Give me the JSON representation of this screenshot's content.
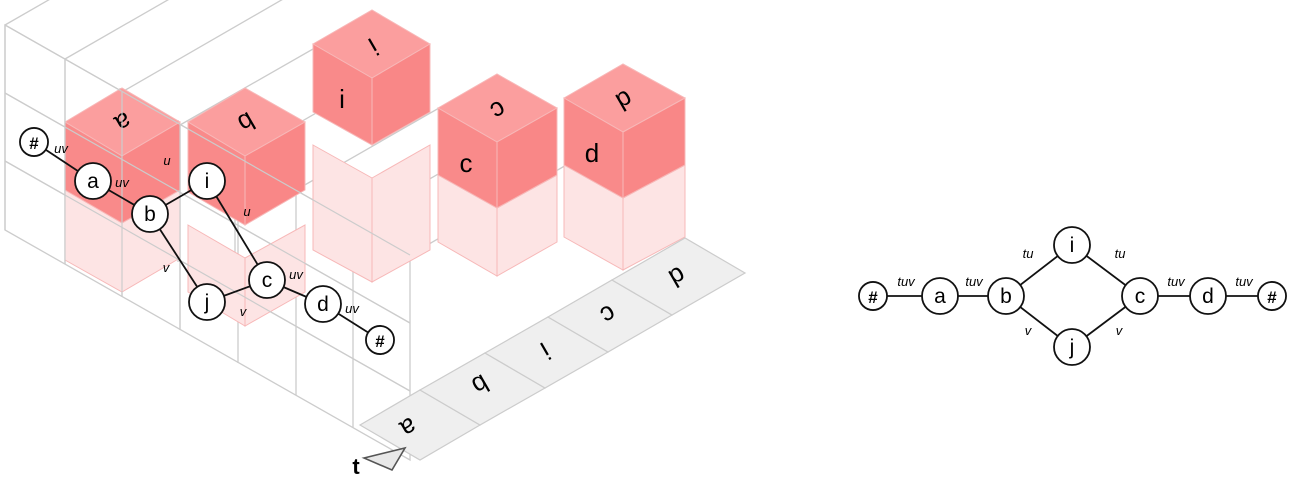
{
  "colors": {
    "cube_top": "#fb9e9e",
    "cube_side": "#f98787",
    "cube_front": "#f98a8a",
    "ghost": "#fde4e4",
    "grid": "#cccccc",
    "axis_cell": "#efefef",
    "node_fill": "#ffffff",
    "line": "#111111"
  },
  "time_label": "t",
  "axis_letters": [
    "a",
    "b",
    "i",
    "c",
    "d"
  ],
  "cubes": [
    {
      "letter": "a",
      "front_label": ""
    },
    {
      "letter": "b",
      "front_label": ""
    },
    {
      "letter": "i",
      "front_label": "i"
    },
    {
      "letter": "c",
      "front_label": "c"
    },
    {
      "letter": "d",
      "front_label": "d"
    }
  ],
  "left_graph": {
    "nodes": [
      {
        "id": "hash_start",
        "label": "#"
      },
      {
        "id": "a",
        "label": "a"
      },
      {
        "id": "b",
        "label": "b"
      },
      {
        "id": "i",
        "label": "i"
      },
      {
        "id": "j",
        "label": "j"
      },
      {
        "id": "c",
        "label": "c"
      },
      {
        "id": "d",
        "label": "d"
      },
      {
        "id": "hash_end",
        "label": "#"
      }
    ],
    "edges": [
      {
        "from": "hash_start",
        "to": "a",
        "label": "uv"
      },
      {
        "from": "a",
        "to": "b",
        "label": "uv"
      },
      {
        "from": "b",
        "to": "i",
        "label": "u"
      },
      {
        "from": "i",
        "to": "c",
        "label": "u"
      },
      {
        "from": "b",
        "to": "j",
        "label": "v"
      },
      {
        "from": "j",
        "to": "c",
        "label": "v"
      },
      {
        "from": "c",
        "to": "d",
        "label": "uv"
      },
      {
        "from": "d",
        "to": "hash_end",
        "label": "uv"
      }
    ]
  },
  "right_graph": {
    "nodes": [
      {
        "id": "hash_start",
        "label": "#"
      },
      {
        "id": "a",
        "label": "a"
      },
      {
        "id": "b",
        "label": "b"
      },
      {
        "id": "i",
        "label": "i"
      },
      {
        "id": "j",
        "label": "j"
      },
      {
        "id": "c",
        "label": "c"
      },
      {
        "id": "d",
        "label": "d"
      },
      {
        "id": "hash_end",
        "label": "#"
      }
    ],
    "edges": [
      {
        "from": "hash_start",
        "to": "a",
        "label": "tuv"
      },
      {
        "from": "a",
        "to": "b",
        "label": "tuv"
      },
      {
        "from": "b",
        "to": "i",
        "label": "tu"
      },
      {
        "from": "i",
        "to": "c",
        "label": "tu"
      },
      {
        "from": "b",
        "to": "j",
        "label": "v"
      },
      {
        "from": "j",
        "to": "c",
        "label": "v"
      },
      {
        "from": "c",
        "to": "d",
        "label": "tuv"
      },
      {
        "from": "d",
        "to": "hash_end",
        "label": "tuv"
      }
    ]
  }
}
